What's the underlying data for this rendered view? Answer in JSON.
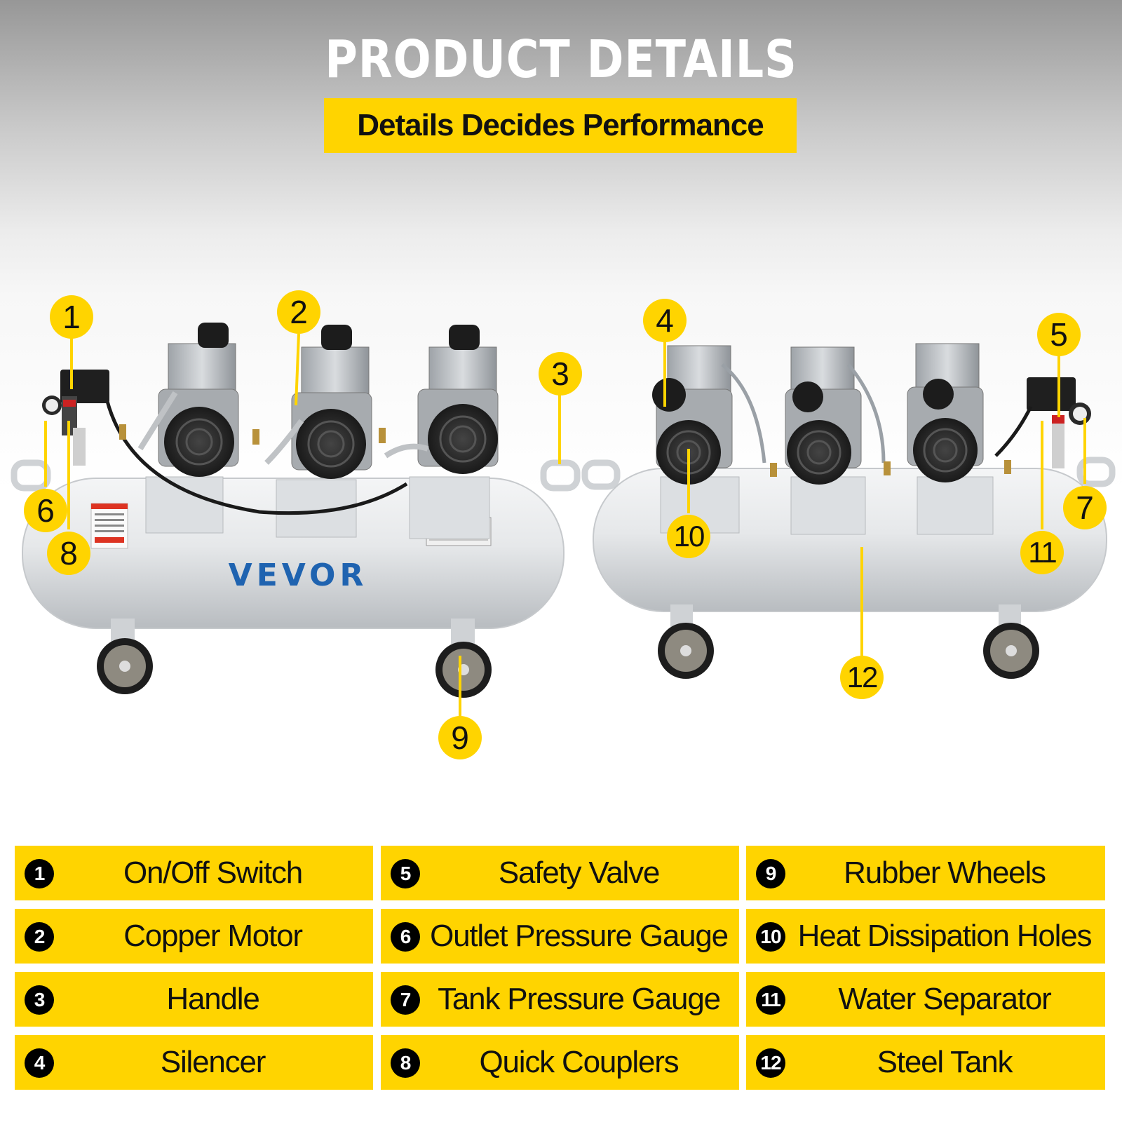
{
  "header": {
    "title": "PRODUCT DETAILS",
    "subtitle": "Details Decides Performance"
  },
  "product": {
    "brand_mark": "VEVOR"
  },
  "callouts": [
    "1",
    "2",
    "3",
    "4",
    "5",
    "6",
    "7",
    "8",
    "9",
    "10",
    "11",
    "12"
  ],
  "legend": [
    {
      "number": "1",
      "label": "On/Off Switch"
    },
    {
      "number": "2",
      "label": "Copper Motor"
    },
    {
      "number": "3",
      "label": "Handle"
    },
    {
      "number": "4",
      "label": "Silencer"
    },
    {
      "number": "5",
      "label": "Safety Valve"
    },
    {
      "number": "6",
      "label": "Outlet Pressure Gauge"
    },
    {
      "number": "7",
      "label": "Tank Pressure Gauge"
    },
    {
      "number": "8",
      "label": "Quick Couplers"
    },
    {
      "number": "9",
      "label": "Rubber Wheels"
    },
    {
      "number": "10",
      "label": "Heat Dissipation Holes"
    },
    {
      "number": "11",
      "label": "Water Separator"
    },
    {
      "number": "12",
      "label": "Steel Tank"
    }
  ],
  "colors": {
    "accent": "#ffd400",
    "tank": "#e4e6e8",
    "brand_text": "#1f63b0",
    "number_badge": "#000000"
  }
}
